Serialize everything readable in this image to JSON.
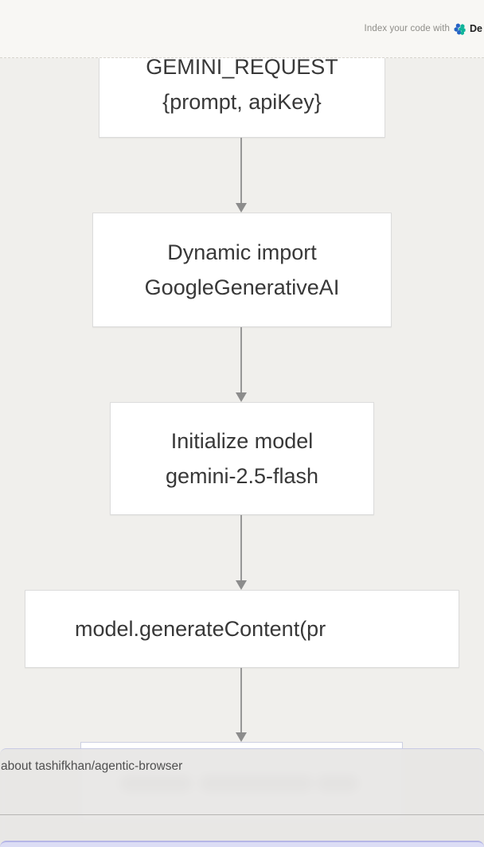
{
  "header": {
    "index_text": "Index your code with",
    "brand_text": "De",
    "logo_icon": "devin-hexagon-cluster-icon"
  },
  "diagram": {
    "type": "flowchart",
    "direction": "top-down",
    "nodes": [
      {
        "id": "gemini-request",
        "lines": [
          "GEMINI_REQUEST",
          "{prompt, apiKey}"
        ]
      },
      {
        "id": "dynamic-import",
        "lines": [
          "Dynamic import",
          "GoogleGenerativeAI"
        ]
      },
      {
        "id": "initialize-model",
        "lines": [
          "Initialize model",
          "gemini-2.5-flash"
        ]
      },
      {
        "id": "generate-content",
        "lines": [
          "model.generateContent(pr"
        ]
      },
      {
        "id": "covered-node",
        "lines": [],
        "note": "text blurred behind overlay"
      }
    ],
    "edges": [
      {
        "from": "gemini-request",
        "to": "dynamic-import"
      },
      {
        "from": "dynamic-import",
        "to": "initialize-model"
      },
      {
        "from": "initialize-model",
        "to": "generate-content"
      },
      {
        "from": "generate-content",
        "to": "covered-node"
      }
    ]
  },
  "overlay": {
    "ask_text": "about tashifkhan/agentic-browser"
  },
  "colors": {
    "page_bg": "#f0efec",
    "header_bg": "#f8f7f4",
    "node_border": "#dcdcdc",
    "node_text": "#383838",
    "arrow": "#8c8c8c",
    "accent_purple": "#b5b6e7",
    "brand_blue": "#2563c4",
    "brand_teal": "#10b49a"
  }
}
